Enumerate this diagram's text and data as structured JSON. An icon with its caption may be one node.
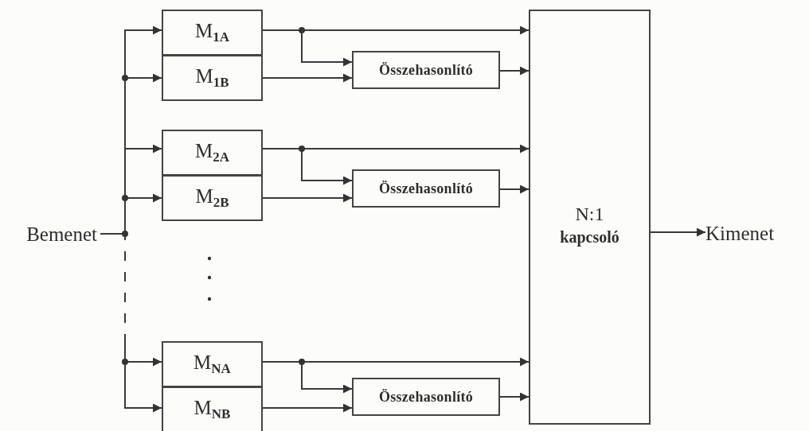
{
  "diagram": {
    "nodes": [
      {
        "text": [
          "Bemenet"
        ]
      },
      {
        "text": [
          "M$_{1A}$"
        ]
      },
      {
        "text": [
          "M$_{1B}$"
        ]
      },
      {
        "text": [
          "Összehasonlító"
        ]
      },
      {
        "text": [
          "M$_{2A}$"
        ]
      },
      {
        "text": [
          "M$_{2B}$"
        ]
      },
      {
        "text": [
          "Összehasonlító"
        ]
      },
      {
        "text": [
          "M$_{NA}$"
        ]
      },
      {
        "text": [
          "M$_{NB}$"
        ]
      },
      {
        "text": [
          "Összehasonlító"
        ]
      },
      {
        "text": [
          "N:1",
          "kapcsoló"
        ]
      },
      {
        "text": [
          "Kimenet"
        ]
      }
    ],
    "edges": [
      {
        "from": 0,
        "to": 1,
        "arrow": "to"
      },
      {
        "from": 0,
        "to": 2,
        "arrow": "to"
      },
      {
        "from": 0,
        "to": 4,
        "arrow": "to"
      },
      {
        "from": 0,
        "to": 5,
        "arrow": "to"
      },
      {
        "from": 0,
        "to": 7,
        "arrow": "to",
        "style": "dashed"
      },
      {
        "from": 0,
        "to": 8,
        "arrow": "to",
        "style": "dashed"
      },
      {
        "from": 1,
        "to": 10,
        "arrow": "to"
      },
      {
        "from": 1,
        "to": 3,
        "arrow": "to"
      },
      {
        "from": 2,
        "to": 3,
        "arrow": "to"
      },
      {
        "from": 3,
        "to": 10,
        "arrow": "to"
      },
      {
        "from": 4,
        "to": 10,
        "arrow": "to"
      },
      {
        "from": 4,
        "to": 6,
        "arrow": "to"
      },
      {
        "from": 5,
        "to": 6,
        "arrow": "to"
      },
      {
        "from": 6,
        "to": 10,
        "arrow": "to"
      },
      {
        "from": 7,
        "to": 10,
        "arrow": "to"
      },
      {
        "from": 7,
        "to": 9,
        "arrow": "to"
      },
      {
        "from": 8,
        "to": 9,
        "arrow": "to"
      },
      {
        "from": 9,
        "to": 10,
        "arrow": "to"
      },
      {
        "from": 10,
        "to": 11,
        "arrow": "to"
      }
    ]
  }
}
